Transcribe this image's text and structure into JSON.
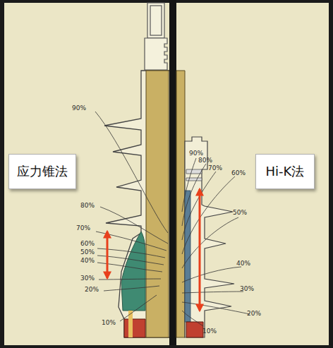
{
  "diagram": {
    "nodes": [
      {
        "text": [
          "应力锥法"
        ]
      },
      {
        "text": [
          "Hi-K法"
        ]
      }
    ],
    "labels": [
      "90%",
      "80%",
      "70%",
      "60%",
      "50%",
      "40%",
      "30%",
      "20%",
      "10%",
      "90%",
      "80%",
      "70%",
      "60%",
      "50%",
      "40%",
      "30%",
      "20%",
      "10%"
    ]
  }
}
